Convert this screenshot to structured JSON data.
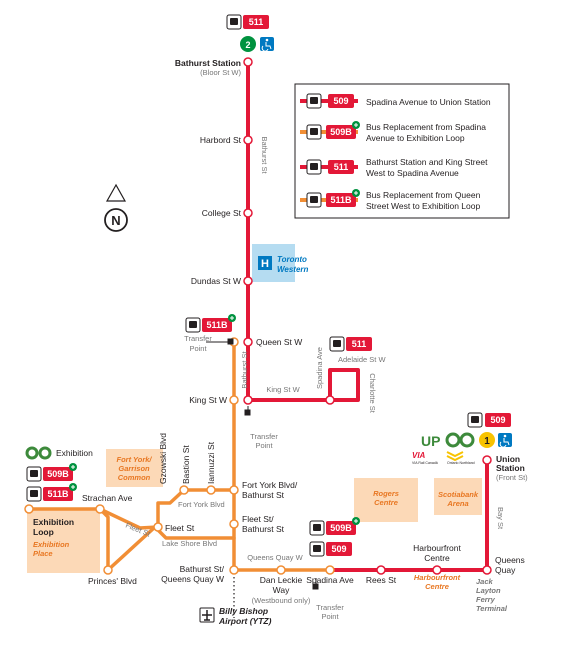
{
  "colors": {
    "red_route": "#e31837",
    "orange_route": "#f18e35",
    "orange_area": "#fcd9b7",
    "hospital_area": "#b5dcf1",
    "hospital_text": "#0079c1",
    "green_badge": "#00923f",
    "go_green": "#3d8a3b",
    "line1_yellow": "#f8c300",
    "accessible_blue": "#0079c1"
  },
  "legend": {
    "items": [
      {
        "route": "509",
        "text1": "Spadina Avenue to Union Station",
        "text2": ""
      },
      {
        "route": "509B",
        "text1": "Bus Replacement from Spadina",
        "text2": "Avenue to Exhibition Loop"
      },
      {
        "route": "511",
        "text1": "Bathurst Station and King Street",
        "text2": "West to Spadina Avenue"
      },
      {
        "route": "511B",
        "text1": "Bus Replacement from Queen",
        "text2": "Street West to Exhibition Loop"
      }
    ]
  },
  "compass": {
    "letter": "N"
  },
  "stations": {
    "bathurst": {
      "route": "511",
      "line": "2",
      "name": "Bathurst Station",
      "sub": "(Bloor St W)"
    },
    "union": {
      "route": "509",
      "line": "1",
      "name1": "Union",
      "name2": "Station",
      "sub": "(Front St)",
      "up": "UP",
      "via": "VIA Rail Canadā",
      "ontario": "Ontario Northland"
    },
    "exhibition": {
      "go_label": "Exhibition",
      "route_a": "509B",
      "route_b": "511B",
      "name1": "Exhibition",
      "name2": "Loop",
      "area1": "Exhibition",
      "area2": "Place"
    }
  },
  "stops": {
    "harbord": "Harbord St",
    "college": "College St",
    "dundas": "Dundas St W",
    "queen": "Queen St W",
    "king": "King St W",
    "fort_york1": "Fort York Blvd/",
    "fort_york2": "Bathurst St",
    "fleet_bathurst1": "Fleet St/",
    "fleet_bathurst2": "Bathurst St",
    "bathurst_queens1": "Bathurst St/",
    "bathurst_queens2": "Queens Quay W",
    "dan_leckie1": "Dan Leckie",
    "dan_leckie2": "Way",
    "dan_leckie_note": "(Westbound only)",
    "spadina": "Spadina Ave",
    "rees": "Rees St",
    "harbourfront1": "Harbourfront",
    "harbourfront2": "Centre",
    "queens_quay1": "Queens",
    "queens_quay2": "Quay",
    "strachan": "Strachan Ave",
    "fleet": "Fleet St",
    "princes": "Princes' Blvd",
    "gzowski": "Gzowski Blvd",
    "bastion": "Bastion St",
    "iannuzzi": "Iannuzzi St"
  },
  "streets": {
    "bathurst_st": "Bathurst St",
    "bathurst_st_2": "Bathurst St",
    "king_st_w": "King St W",
    "spadina_ave": "Spadina Ave",
    "adelaide": "Adelaide St W",
    "charlotte": "Charlotte St",
    "fort_york_blvd": "Fort York Blvd",
    "lake_shore": "Lake Shore Blvd",
    "fleet_st": "Fleet St",
    "queens_quay_w": "Queens Quay W",
    "bay_st": "Bay St"
  },
  "transfers": {
    "queen1": "Transfer",
    "queen2": "Point",
    "king1": "Transfer",
    "king2": "Point",
    "spadina1": "Transfer",
    "spadina2": "Point"
  },
  "routes_at": {
    "queen": "511B",
    "charlotte": "511",
    "spadina_a": "509B",
    "spadina_b": "509"
  },
  "areas": {
    "hospital_letter": "H",
    "hospital1": "Toronto",
    "hospital2": "Western",
    "fort_york1": "Fort York/",
    "fort_york2": "Garrison",
    "fort_york3": "Common",
    "rogers1": "Rogers",
    "rogers2": "Centre",
    "scotiabank1": "Scotiabank",
    "scotiabank2": "Arena",
    "harbourfront1": "Harbourfront",
    "harbourfront2": "Centre",
    "jack1": "Jack",
    "jack2": "Layton",
    "jack3": "Ferry",
    "jack4": "Terminal"
  },
  "airport": {
    "name1": "Billy Bishop",
    "name2": "Airport (YTZ)"
  }
}
